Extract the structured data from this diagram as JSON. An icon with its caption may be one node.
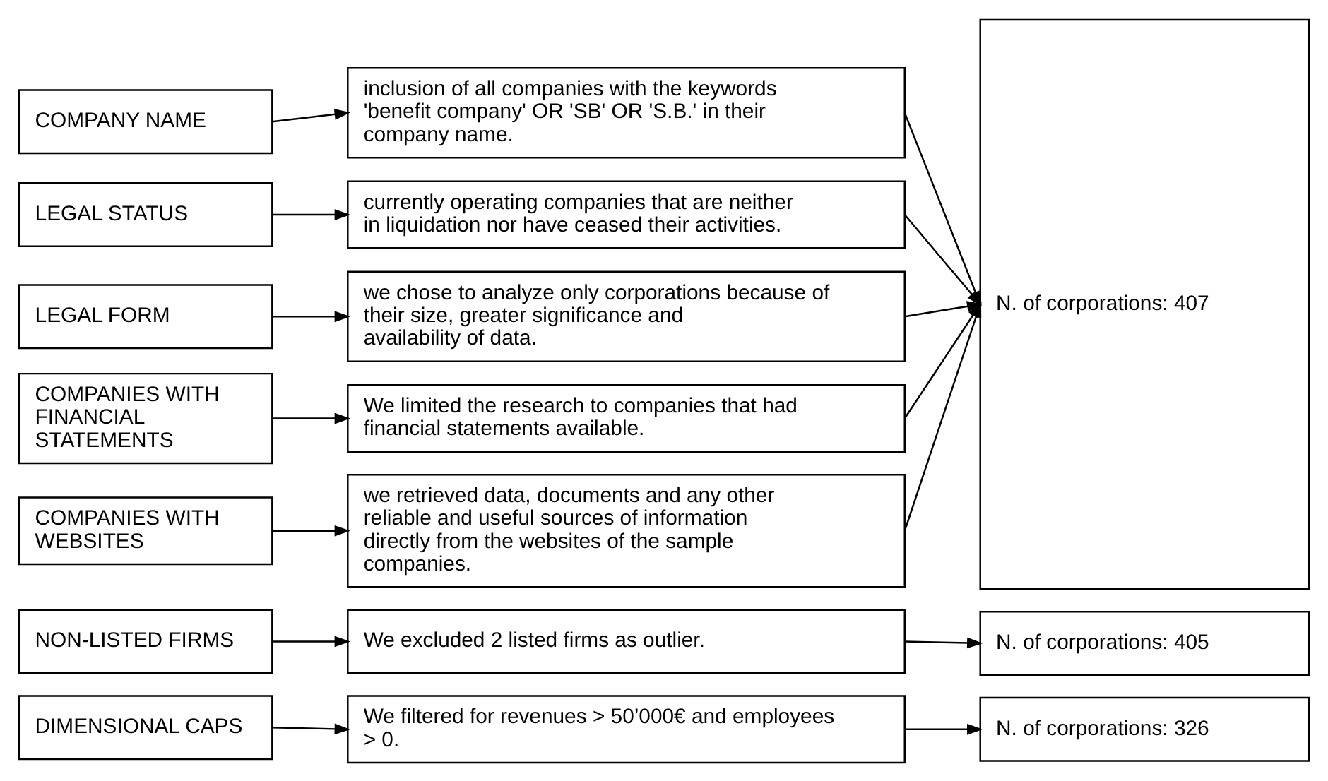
{
  "diagram": {
    "nodes": [
      {
        "text": [
          "COMPANY NAME"
        ]
      },
      {
        "text": [
          "LEGAL STATUS"
        ]
      },
      {
        "text": [
          "LEGAL FORM"
        ]
      },
      {
        "text": [
          "COMPANIES WITH FINANCIAL STATEMENTS"
        ]
      },
      {
        "text": [
          "COMPANIES WITH WEBSITES"
        ]
      },
      {
        "text": [
          "NON-LISTED FIRMS"
        ]
      },
      {
        "text": [
          "DIMENSIONAL CAPS"
        ]
      },
      {
        "text": [
          "inclusion of all companies with the keywords 'benefit company' OR 'SB' OR 'S.B.' in their company name."
        ]
      },
      {
        "text": [
          "currently operating companies that are neither in liquidation nor have ceased their activities."
        ]
      },
      {
        "text": [
          "we chose to analyze only corporations because of their size, greater significance and availability of data."
        ]
      },
      {
        "text": [
          "We limited the research to companies that had financial statements available."
        ]
      },
      {
        "text": [
          "we retrieved data, documents and any other reliable and useful sources of information directly from the websites of the sample companies."
        ]
      },
      {
        "text": [
          "We excluded 2 listed firms as outlier."
        ]
      },
      {
        "text": [
          "We filtered for revenues > 50’000€ and employees > 0."
        ]
      },
      {
        "text": [
          "N. of corporations: 407"
        ]
      },
      {
        "text": [
          "N. of corporations: 405"
        ]
      },
      {
        "text": [
          "N. of corporations: 326"
        ]
      }
    ],
    "edges": [
      {
        "from": 0,
        "to": 7,
        "arrow": "to"
      },
      {
        "from": 1,
        "to": 8,
        "arrow": "to"
      },
      {
        "from": 2,
        "to": 9,
        "arrow": "to"
      },
      {
        "from": 3,
        "to": 10,
        "arrow": "to"
      },
      {
        "from": 4,
        "to": 11,
        "arrow": "to"
      },
      {
        "from": 5,
        "to": 12,
        "arrow": "to"
      },
      {
        "from": 6,
        "to": 13,
        "arrow": "to"
      },
      {
        "from": 7,
        "to": 14,
        "arrow": "to"
      },
      {
        "from": 8,
        "to": 14,
        "arrow": "to"
      },
      {
        "from": 9,
        "to": 14,
        "arrow": "to"
      },
      {
        "from": 10,
        "to": 14,
        "arrow": "to"
      },
      {
        "from": 11,
        "to": 14,
        "arrow": "to"
      },
      {
        "from": 12,
        "to": 15,
        "arrow": "to"
      },
      {
        "from": 13,
        "to": 16,
        "arrow": "to"
      }
    ]
  }
}
